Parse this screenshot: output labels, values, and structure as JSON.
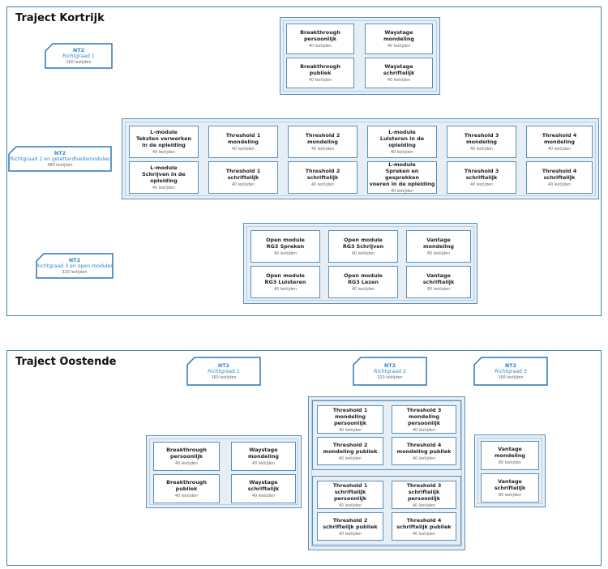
{
  "colors": {
    "border": "#5b8fb8",
    "group_fill": "#e6eff6",
    "accent": "#2f86c5",
    "line": "#2f75b5"
  },
  "kortrijk": {
    "title": "Traject Kortrijk",
    "src1": {
      "l1": "NT2",
      "l2": "Richtgraad 1",
      "h": "160 lestijden"
    },
    "src2": {
      "l1": "NT2",
      "l2": "Richtgraad 2 en geletterdheidsmodules",
      "h": "480 lestijden"
    },
    "src3": {
      "l1": "NT2",
      "l2": "Richtgraad 3 en open modules",
      "h": "320 lestijden"
    },
    "bt_p": {
      "t": "Breakthrough\npersoonlijk",
      "h": "40 lestijden"
    },
    "bt_pub": {
      "t": "Breakthrough\npubliek",
      "h": "40 lestijden"
    },
    "wm": {
      "t": "Waystage\nmondeling",
      "h": "40 lestijden"
    },
    "ws": {
      "t": "Waystage\nschriftelijk",
      "h": "40 lestijden"
    },
    "lm1": {
      "t": "L-module\nTeksten verwerken\nin de opleiding",
      "h": "40 lestijden"
    },
    "lm2": {
      "t": "L-module\nSchrijven in de opleiding",
      "h": "40 lestijden"
    },
    "th1m": {
      "t": "Threshold 1\nmondeling",
      "h": "40 lestijden"
    },
    "th1s": {
      "t": "Threshold 1\nschriftelijk",
      "h": "40 lestijden"
    },
    "th2m": {
      "t": "Threshold 2\nmondeling",
      "h": "40 lestijden"
    },
    "th2s": {
      "t": "Threshold 2\nschriftelijk",
      "h": "40 lestijden"
    },
    "lm3": {
      "t": "L-module\nLuisteren in de opleiding",
      "h": "40 lestijden"
    },
    "lm4": {
      "t": "L-module\nSpreken en gesprekken\nvoeren in de opleiding",
      "h": "40 lestijden"
    },
    "th3m": {
      "t": "Threshold 3\nmondeling",
      "h": "40 lestijden"
    },
    "th3s": {
      "t": "Threshold 3\nschriftelijk",
      "h": "40 lestijden"
    },
    "th4m": {
      "t": "Threshold 4\nmondeling",
      "h": "40 lestijden"
    },
    "th4s": {
      "t": "Threshold 4\nschriftelijk",
      "h": "40 lestijden"
    },
    "om1": {
      "t": "Open module\nRG3 Spreken",
      "h": "40 lestijden"
    },
    "om2": {
      "t": "Open module\nRG3 Luisteren",
      "h": "40 lestijden"
    },
    "om3": {
      "t": "Open module\nRG3 Schrijven",
      "h": "40 lestijden"
    },
    "om4": {
      "t": "Open module\nRG3 Lezen",
      "h": "40 lestijden"
    },
    "vm": {
      "t": "Vantage\nmondeling",
      "h": "80 lestijden"
    },
    "vs": {
      "t": "Vantage\nschriftelijk",
      "h": "80 lestijden"
    }
  },
  "oostende": {
    "title": "Traject Oostende",
    "src1": {
      "l1": "NT2",
      "l2": "Richtgraad 1",
      "h": "160 lestijden"
    },
    "src2": {
      "l1": "NT2",
      "l2": "Richtgraad 2",
      "h": "320 lestijden"
    },
    "src3": {
      "l1": "NT2",
      "l2": "Richtgraad 3",
      "h": "160 lestijden"
    },
    "bt_p": {
      "t": "Breakthrough\npersoonlijk",
      "h": "40 lestijden"
    },
    "bt_pub": {
      "t": "Breakthrough\npubliek",
      "h": "40 lestijden"
    },
    "wm": {
      "t": "Waystage\nmondeling",
      "h": "40 lestijden"
    },
    "ws": {
      "t": "Waystage\nschriftelijk",
      "h": "40 lestijden"
    },
    "t1mp": {
      "t": "Threshold 1\nmondeling persoonlijk",
      "h": "40 lestijden"
    },
    "t2mp": {
      "t": "Threshold 2\nmondeling publiek",
      "h": "40 lestijden"
    },
    "t3mp": {
      "t": "Threshold 3\nmondeling persoonlijk",
      "h": "40 lestijden"
    },
    "t4mp": {
      "t": "Threshold 4\nmondeling publiek",
      "h": "40 lestijden"
    },
    "t1sp": {
      "t": "Threshold 1\nschriftelijk persoonlijk",
      "h": "40 lestijden"
    },
    "t2sp": {
      "t": "Threshold 2\nschriftelijk publiek",
      "h": "40 lestijden"
    },
    "t3sp": {
      "t": "Threshold 3\nschriftelijk persoonlijk",
      "h": "40 lestijden"
    },
    "t4sp": {
      "t": "Threshold 4\nschriftelijk publiek",
      "h": "40 lestijden"
    },
    "vm": {
      "t": "Vantage\nmondeling",
      "h": "80 lestijden"
    },
    "vs": {
      "t": "Vantage\nschriftelijk",
      "h": "80 lestijden"
    }
  }
}
